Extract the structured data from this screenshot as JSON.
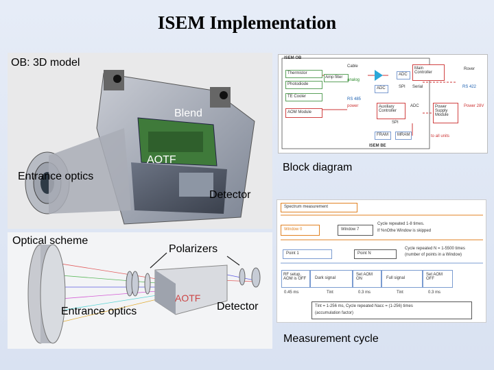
{
  "title": "ISEM Implementation",
  "model": {
    "heading": "OB: 3D model",
    "labels": {
      "blend": "Blend",
      "aotf": "AOTF",
      "entrance": "Entrance optics",
      "detector": "Detector"
    }
  },
  "block_diagram": {
    "caption": "Block diagram",
    "blocks": {
      "header": "ISEM OB",
      "thermistor": "Thermistor",
      "photodiode": "Photodiode",
      "te_cooler": "TE Cooler",
      "aom_module": "AOM Module",
      "cable": "Cable",
      "amp_filter": "Amp filter",
      "analog": "analog",
      "adc1": "ADC",
      "adc2": "ADC",
      "main_controller": "Main Controller",
      "spi": "SPI",
      "serial": "Serial",
      "rs485": "RS 485",
      "power": "power",
      "aux_controller": "Auxiliary Controller",
      "adc3": "ADC",
      "power_supply": "Power Supply Module",
      "spi2": "SPI",
      "fram": "FRAM",
      "mram": "MRAM",
      "to_all_units": "to all units",
      "rover": "Rover",
      "rs422": "RS 422",
      "power28": "Power 28V",
      "isem_be": "ISEM BE"
    }
  },
  "optical": {
    "heading": "Optical scheme",
    "labels": {
      "polarizers": "Polarizers",
      "aotf": "AOTF",
      "entrance": "Entrance optics",
      "detector": "Detector"
    }
  },
  "cycle": {
    "caption": "Measurement cycle",
    "items": {
      "spectrum": "Spectrum measurement",
      "window0": "Window 0",
      "window7": "Window 7",
      "repeat_note1": "Cycle repeated 1-8 times.",
      "repeat_note2": "If %nOthe Window is skipped",
      "point1": "Point 1",
      "pointn": "Point N",
      "repeat_n1": "Cycle repeated N = 1-5500 times",
      "repeat_n2": "(number of points in a Window)",
      "rf_setup": "RF setup, AOM is OFF",
      "dark": "Dark signal",
      "set_on": "Set AOM ON",
      "full": "Full signal",
      "set_off": "Set AOM OFF",
      "t1": "0.45 ms",
      "t2": "Tint",
      "t3": "0.3 ms",
      "t4": "Tint",
      "t5": "0.3 ms",
      "formula1": "Tint = 1-256 ms, Cycle repeated Nacc = (1-256) times",
      "formula2": "(accumulation factor)"
    }
  }
}
